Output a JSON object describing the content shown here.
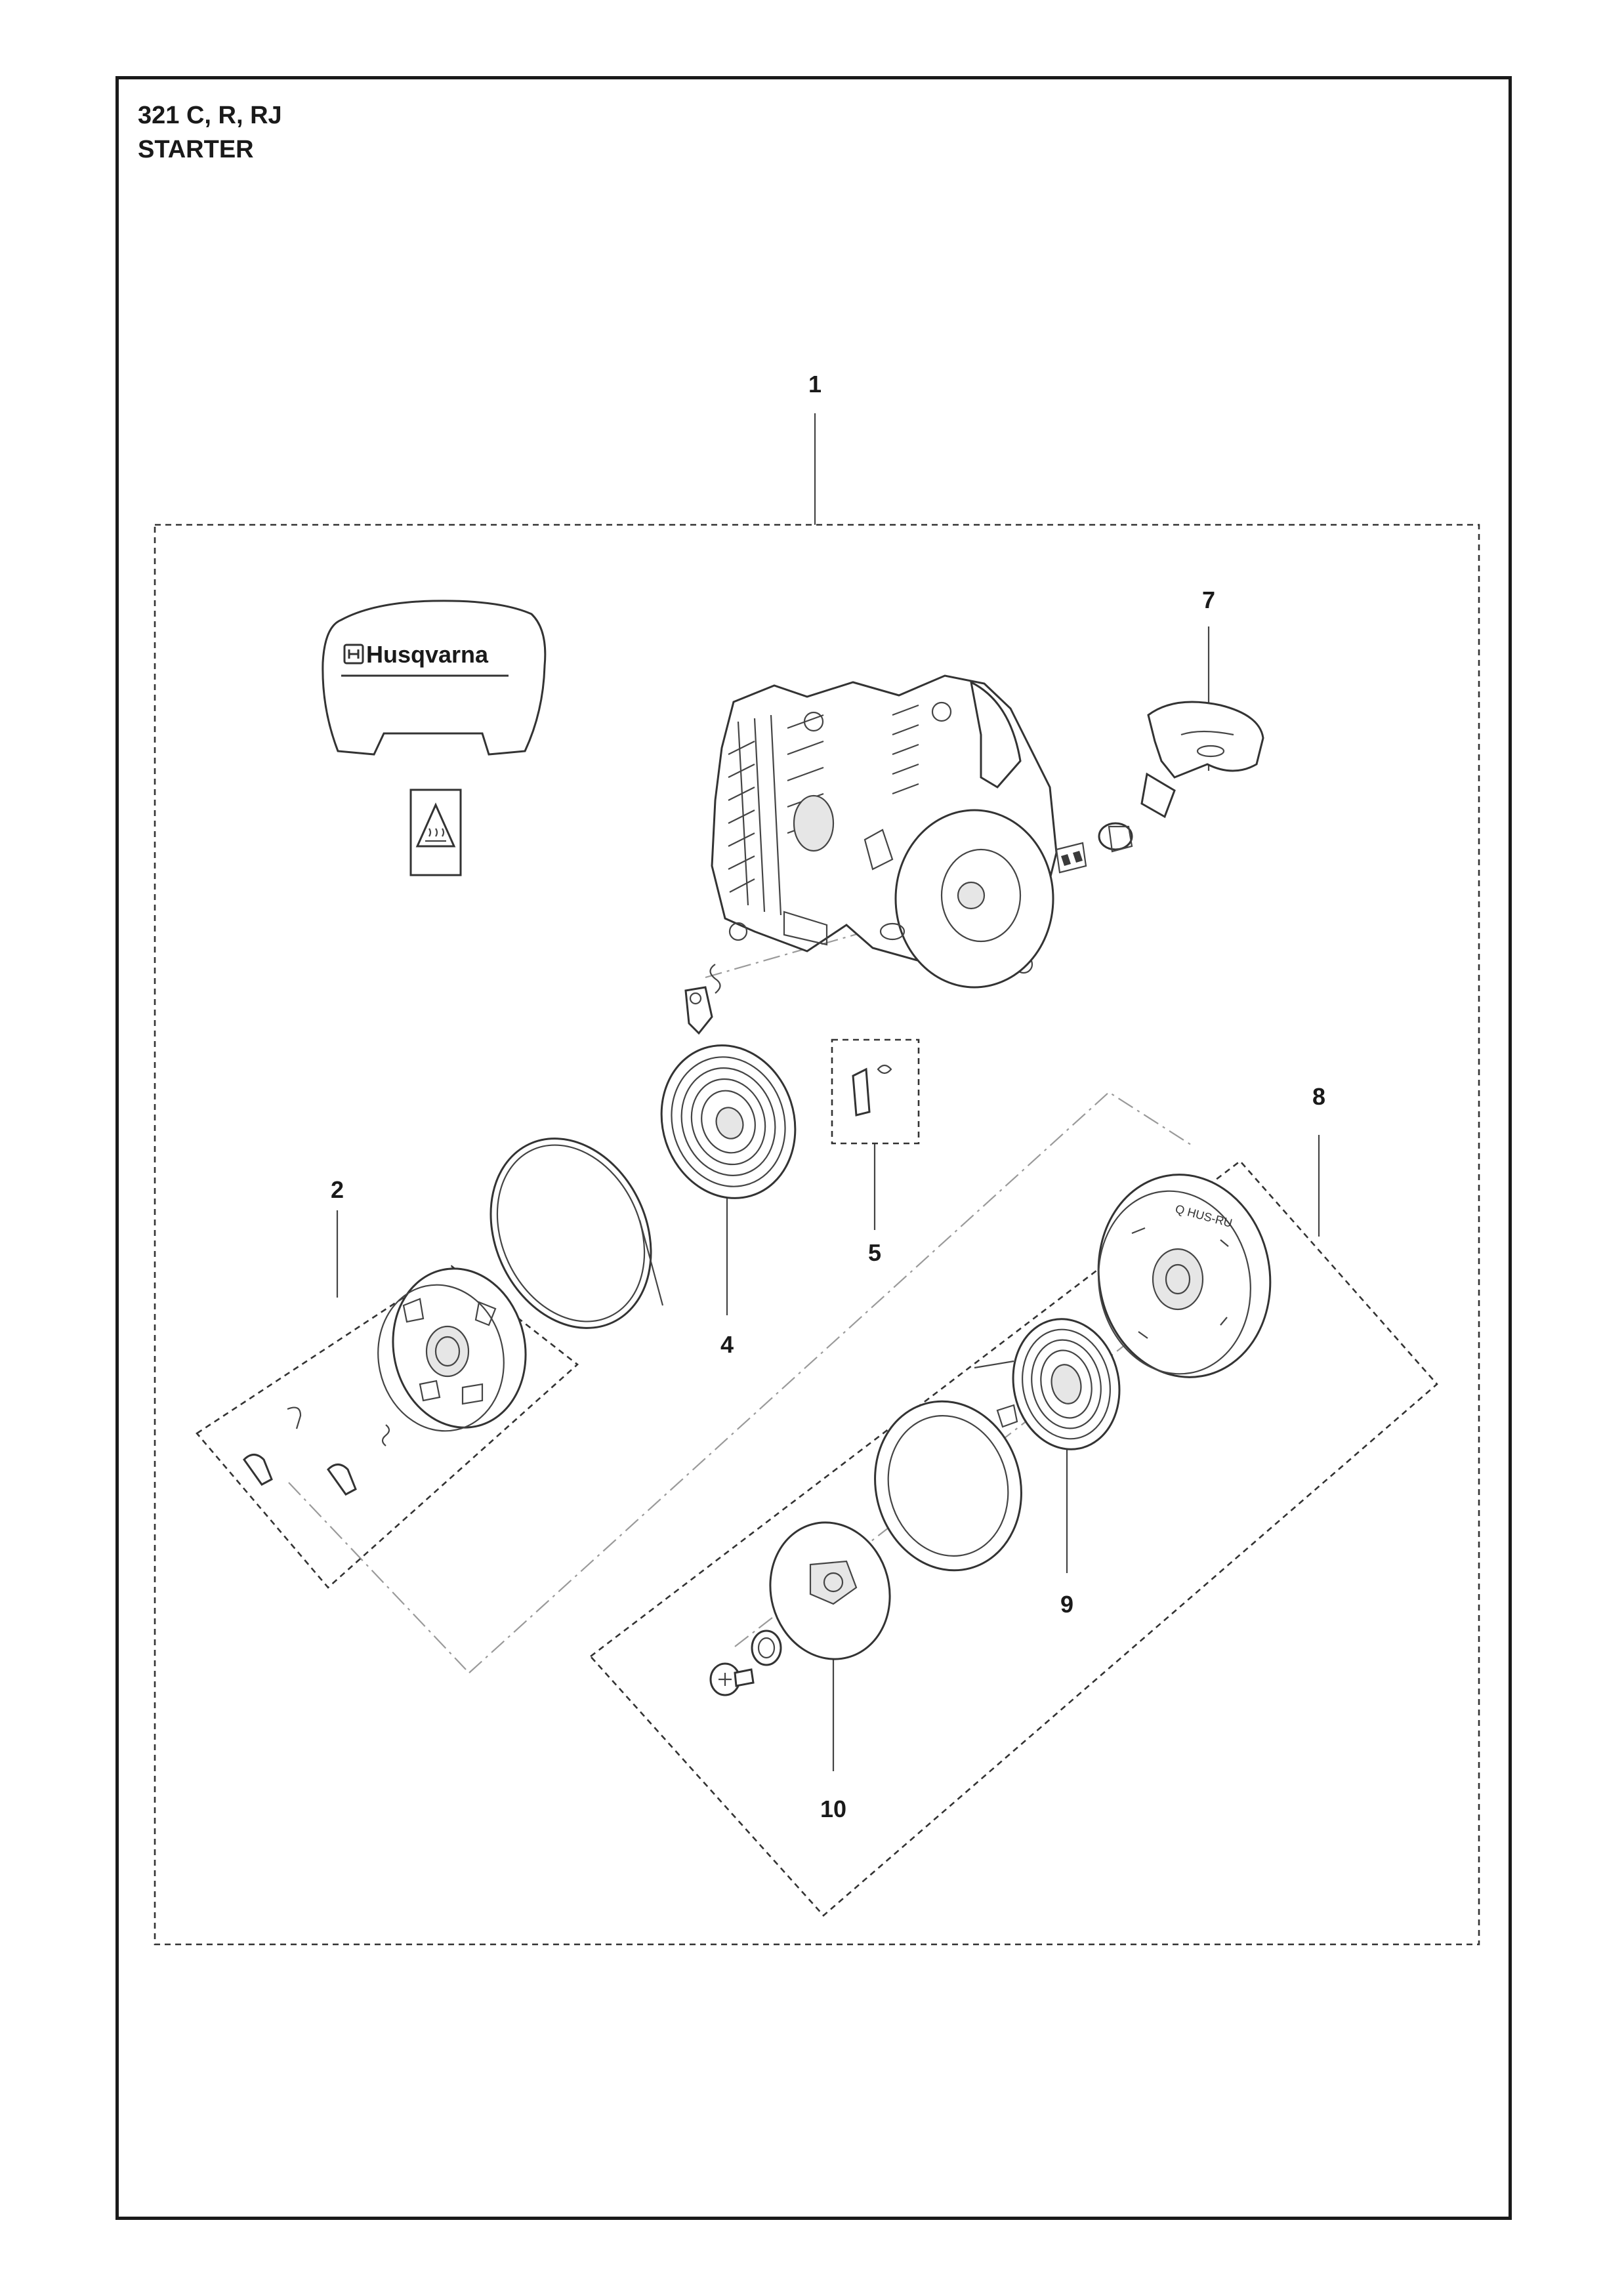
{
  "header": {
    "model": "321 C, R, RJ",
    "section": "STARTER"
  },
  "callouts": [
    {
      "id": "c1",
      "label": "1"
    },
    {
      "id": "c2",
      "label": "2"
    },
    {
      "id": "c4",
      "label": "4"
    },
    {
      "id": "c5",
      "label": "5"
    },
    {
      "id": "c7",
      "label": "7"
    },
    {
      "id": "c8",
      "label": "8"
    },
    {
      "id": "c9",
      "label": "9"
    },
    {
      "id": "c10",
      "label": "10"
    }
  ],
  "decal": {
    "brand_text": "Husqvarna",
    "warning_icon": "hot-surface-warning-icon"
  },
  "colors": {
    "line": "#333333",
    "frame": "#1a1a1a",
    "background": "#ffffff"
  }
}
